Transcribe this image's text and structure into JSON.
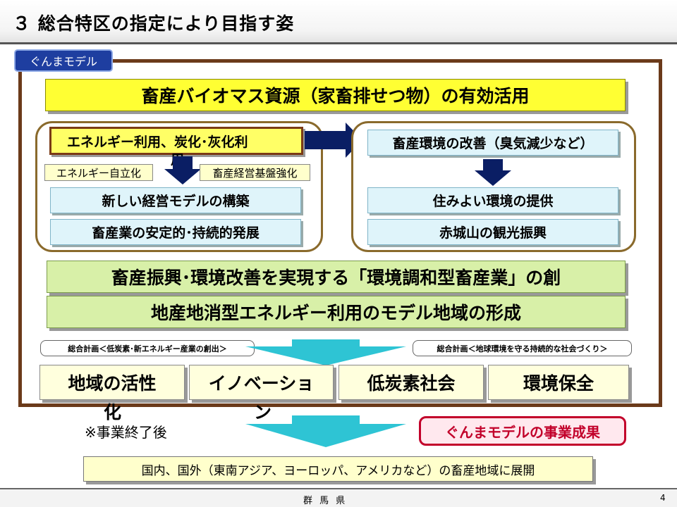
{
  "header": {
    "title": "３ 総合特区の指定により目指す姿"
  },
  "model_tag": "ぐんまモデル",
  "biomass_banner": "畜産バイオマス資源（家畜排せつ物）の有効活用",
  "left_panel": {
    "energy_box": "エネルギー利用、炭化･灰化利",
    "energy_box_overflow": "用",
    "tags": [
      "エネルギー自立化",
      "畜産経営基盤強化"
    ],
    "items": [
      "新しい経営モデルの構築",
      "畜産業の安定的･持続的発展"
    ]
  },
  "right_panel": {
    "env_box": "畜産環境の改善（臭気減少など）",
    "items": [
      "住みよい環境の提供",
      "赤城山の観光振興"
    ]
  },
  "green_banners": [
    "畜産振興･環境改善を実現する「環境調和型畜産業」の創",
    "地産地消型エネルギー利用のモデル地域の形成"
  ],
  "plans": [
    "総合計画＜低炭素･新エネルギー産業の創出＞",
    "総合計画＜地球環境を守る持続的な社会づくり＞"
  ],
  "outcomes": [
    {
      "label": "地域の活性",
      "overflow": "化"
    },
    {
      "label": "イノベーショ",
      "overflow": "ン"
    },
    {
      "label": "低炭素社会",
      "overflow": ""
    },
    {
      "label": "環境保全",
      "overflow": ""
    }
  ],
  "note": "※事業終了後",
  "result": "ぐんまモデルの事業成果",
  "expansion": "国内、国外（東南アジア、ヨーロッパ、アメリカなど）の畜産地域に展開",
  "footer": {
    "org": "群 馬 県",
    "page": "4"
  },
  "colors": {
    "frame": "#6b3a1a",
    "tag_blue": "#1e3ea0",
    "yellow": "#ffff33",
    "green": "#d8f0a8",
    "cyan": "#dff4fa",
    "navy_arrow": "#0a1e64",
    "teal_arrow": "#2ec4d4",
    "result_red": "#c2002a"
  }
}
